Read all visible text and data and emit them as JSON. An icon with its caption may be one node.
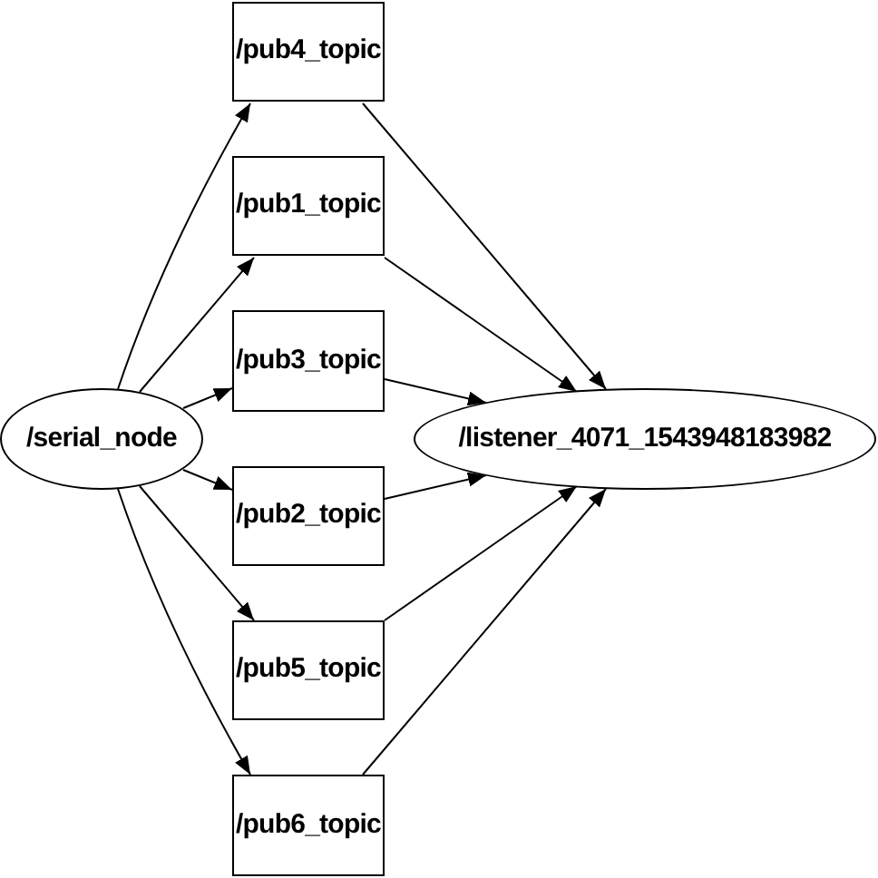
{
  "diagram": {
    "nodes": [
      {
        "text": [
          "/serial_node"
        ]
      },
      {
        "text": [
          "/pub4_topic"
        ]
      },
      {
        "text": [
          "/pub1_topic"
        ]
      },
      {
        "text": [
          "/pub3_topic"
        ]
      },
      {
        "text": [
          "/pub2_topic"
        ]
      },
      {
        "text": [
          "/pub5_topic"
        ]
      },
      {
        "text": [
          "/pub6_topic"
        ]
      },
      {
        "text": [
          "/listener_4071_1543948183982"
        ]
      }
    ],
    "edges": [
      {
        "from": 0,
        "to": 1,
        "arrow": "to"
      },
      {
        "from": 0,
        "to": 2,
        "arrow": "to"
      },
      {
        "from": 0,
        "to": 3,
        "arrow": "to"
      },
      {
        "from": 0,
        "to": 4,
        "arrow": "to"
      },
      {
        "from": 0,
        "to": 5,
        "arrow": "to"
      },
      {
        "from": 0,
        "to": 6,
        "arrow": "to"
      },
      {
        "from": 1,
        "to": 7,
        "arrow": "to"
      },
      {
        "from": 2,
        "to": 7,
        "arrow": "to"
      },
      {
        "from": 3,
        "to": 7,
        "arrow": "to"
      },
      {
        "from": 4,
        "to": 7,
        "arrow": "to"
      },
      {
        "from": 5,
        "to": 7,
        "arrow": "to"
      },
      {
        "from": 6,
        "to": 7,
        "arrow": "to"
      }
    ]
  }
}
